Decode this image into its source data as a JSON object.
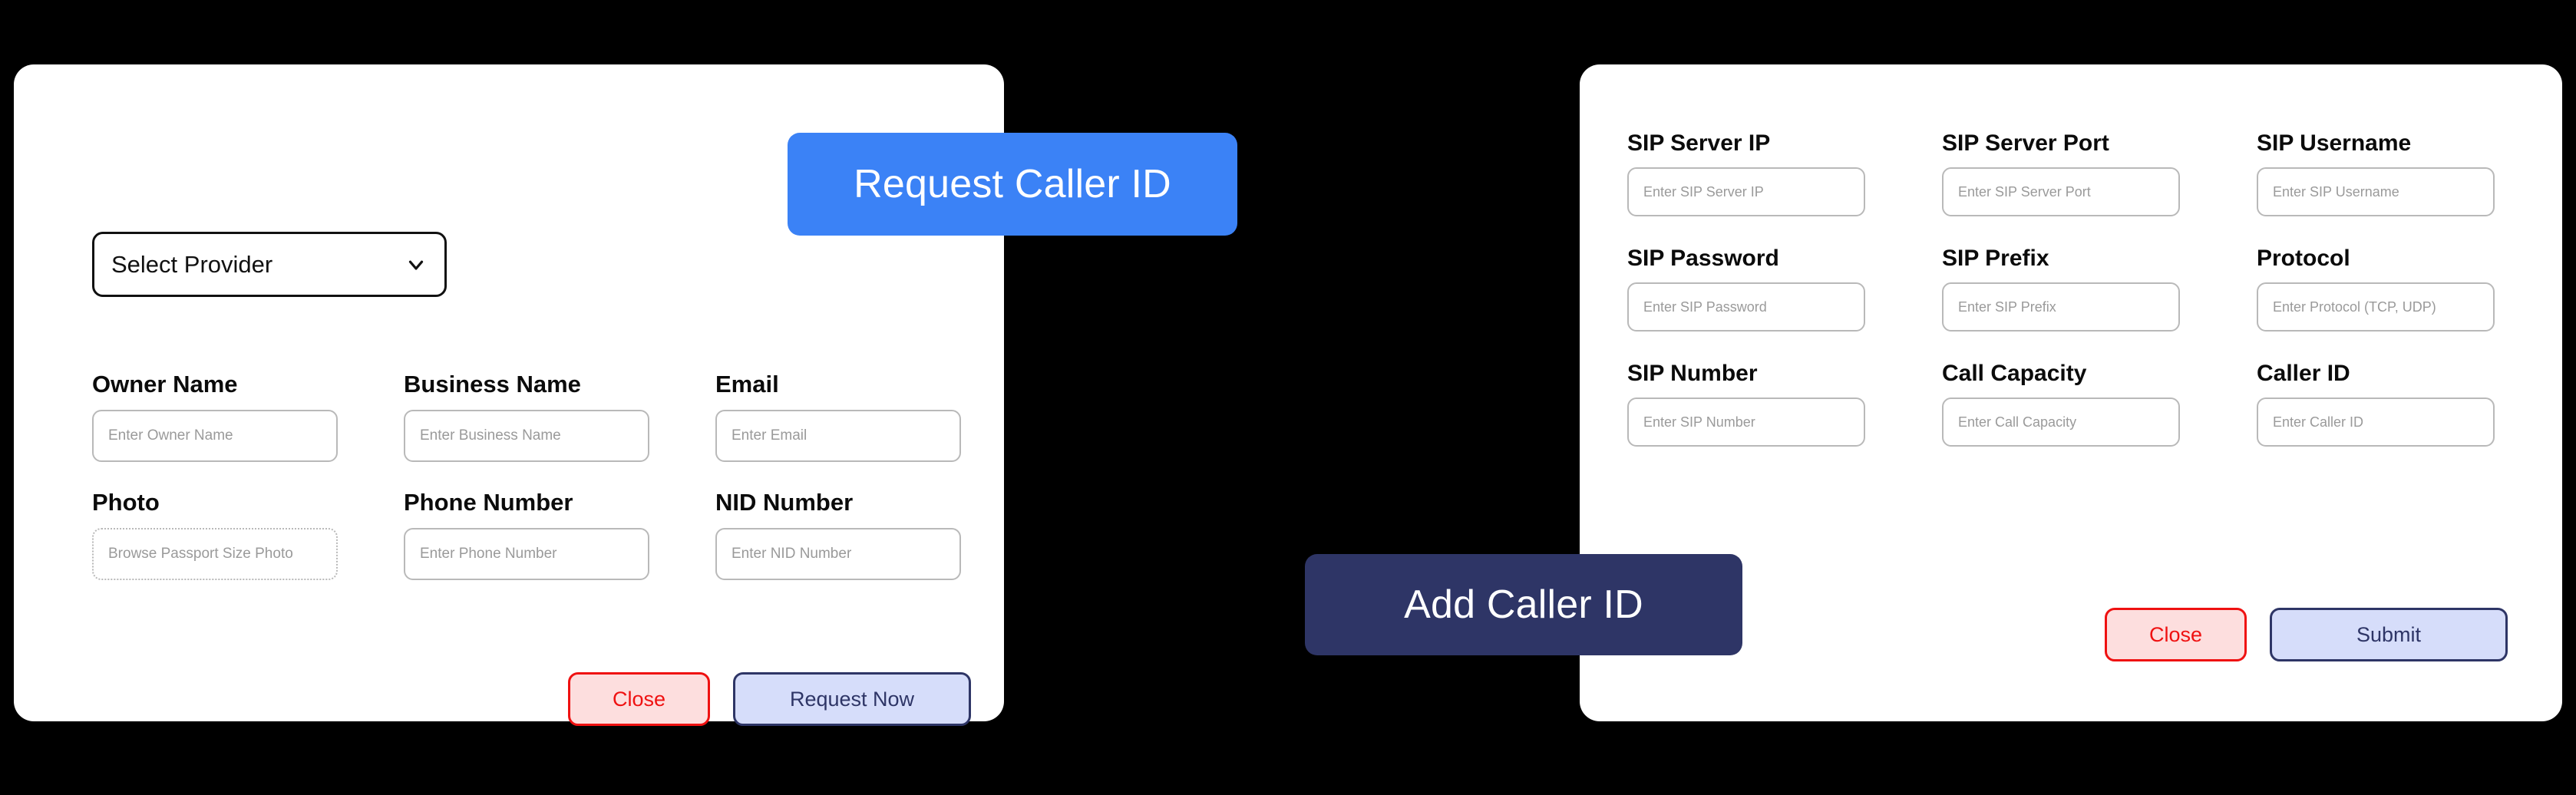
{
  "background_color": "#000000",
  "request_panel": {
    "floating_label": "Request Caller ID",
    "floating_label_color": "#3b82f6",
    "provider_select": {
      "value": "Select Provider",
      "chevron_icon": "chevron-down-icon"
    },
    "fields": [
      {
        "label": "Owner Name",
        "placeholder": "Enter Owner Name",
        "type": "text"
      },
      {
        "label": "Business Name",
        "placeholder": "Enter Business Name",
        "type": "text"
      },
      {
        "label": "Email",
        "placeholder": "Enter Email",
        "type": "text"
      },
      {
        "label": "Photo",
        "placeholder": "Browse Passport Size Photo",
        "type": "file"
      },
      {
        "label": "Phone Number",
        "placeholder": "Enter Phone Number",
        "type": "text"
      },
      {
        "label": "NID Number",
        "placeholder": "Enter NID Number",
        "type": "text"
      }
    ],
    "buttons": {
      "close": "Close",
      "primary": "Request Now"
    }
  },
  "add_panel": {
    "floating_label": "Add Caller ID",
    "floating_label_color": "#2e3566",
    "fields": [
      {
        "label": "SIP Server IP",
        "placeholder": "Enter SIP Server IP"
      },
      {
        "label": "SIP Server Port",
        "placeholder": "Enter SIP Server Port"
      },
      {
        "label": "SIP Username",
        "placeholder": "Enter SIP Username"
      },
      {
        "label": "SIP Password",
        "placeholder": "Enter SIP Password"
      },
      {
        "label": "SIP Prefix",
        "placeholder": "Enter SIP Prefix"
      },
      {
        "label": "Protocol",
        "placeholder": "Enter Protocol (TCP, UDP)"
      },
      {
        "label": "SIP Number",
        "placeholder": "Enter SIP Number"
      },
      {
        "label": "Call Capacity",
        "placeholder": "Enter Call Capacity"
      },
      {
        "label": "Caller ID",
        "placeholder": "Enter Caller ID"
      }
    ],
    "buttons": {
      "close": "Close",
      "primary": "Submit"
    }
  },
  "colors": {
    "accent_blue": "#3b82f6",
    "accent_navy": "#2e3566",
    "danger_red": "#ef1111",
    "danger_red_bg": "#fddede",
    "primary_btn_bg": "#d6ddfa",
    "input_border": "#b9b9b9",
    "placeholder_text": "#9a9a9a"
  }
}
